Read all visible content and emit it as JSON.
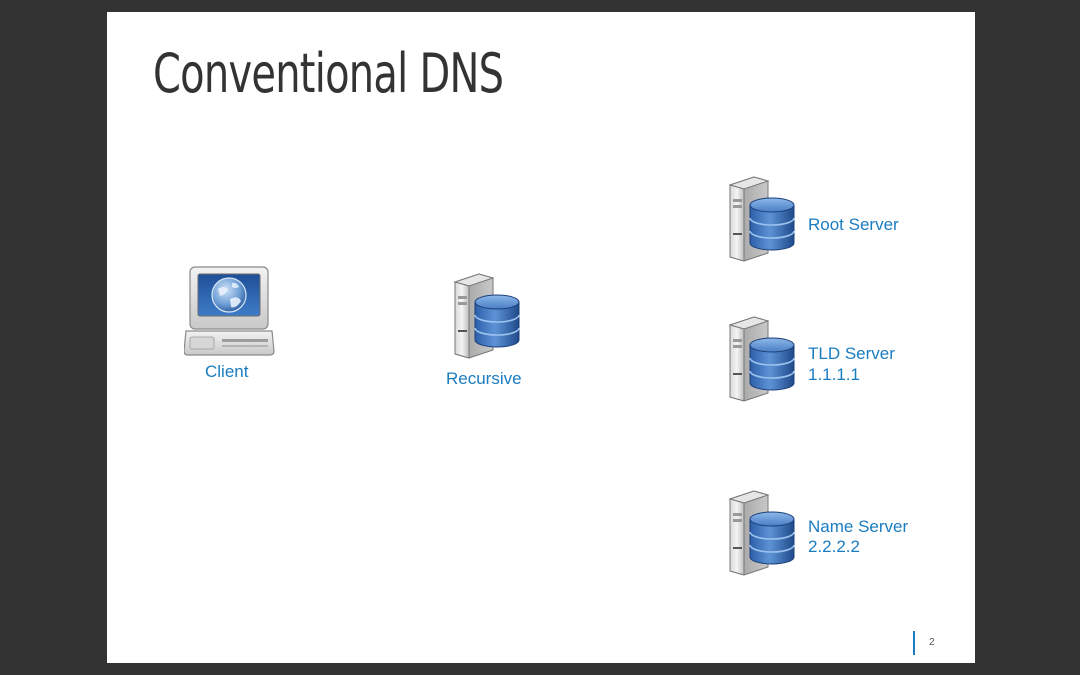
{
  "slide": {
    "title": "Conventional DNS",
    "page_number": "2"
  },
  "nodes": {
    "client": {
      "label": "Client",
      "icon": "computer-globe-icon"
    },
    "recursive": {
      "label": "Recursive",
      "icon": "database-server-icon"
    },
    "root": {
      "label": "Root Server",
      "icon": "database-server-icon"
    },
    "tld": {
      "label": "TLD Server",
      "ip": "1.1.1.1",
      "icon": "database-server-icon"
    },
    "name": {
      "label": "Name Server",
      "ip": "2.2.2.2",
      "icon": "database-server-icon"
    }
  },
  "colors": {
    "label": "#1a7cc1",
    "title": "#333333",
    "background": "#333333",
    "slide": "#ffffff"
  }
}
